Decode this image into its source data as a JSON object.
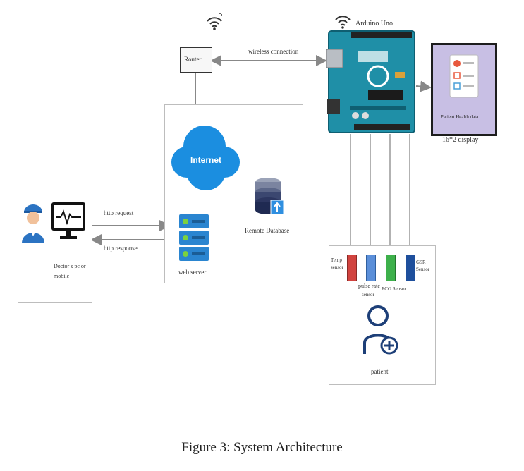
{
  "router": {
    "label": "Router"
  },
  "wireless": {
    "label": "wireless connection"
  },
  "arduino": {
    "label": "Arduino Uno"
  },
  "display": {
    "screen_label": "Patient Health data",
    "caption": "16*2 display"
  },
  "internet": {
    "label": "Internet"
  },
  "database": {
    "label": "Remote Database"
  },
  "webserver": {
    "label": "web server"
  },
  "doctor": {
    "line1": "Doctor s pc or",
    "line2": "mobile"
  },
  "http": {
    "request": "http request",
    "response": "http response"
  },
  "sensors": {
    "temp": {
      "line1": "Temp",
      "line2": "sensor",
      "color": "#d1433f"
    },
    "pulse": {
      "line1": "pulse rate",
      "line2": "sensor",
      "color": "#5b8fd9"
    },
    "ecg": {
      "label": "ECG Sensor",
      "color": "#3db04b"
    },
    "gsr": {
      "line1": "GSR",
      "line2": "Sensor",
      "color": "#1e4f9c"
    }
  },
  "patient": {
    "label": "patient"
  },
  "figure": {
    "caption": "Figure 3: System Architecture"
  }
}
